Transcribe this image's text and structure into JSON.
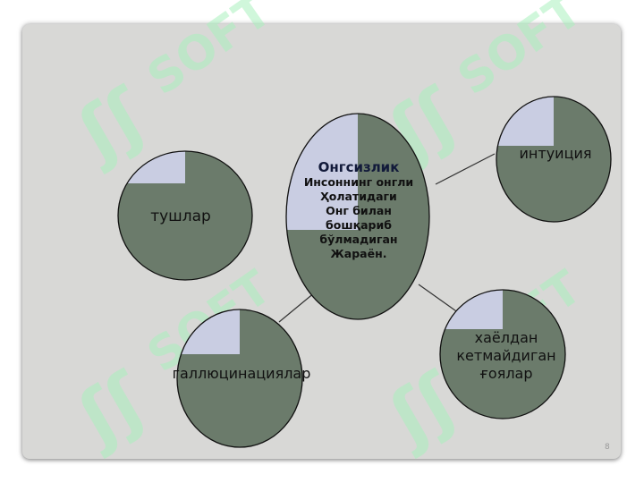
{
  "diagram": {
    "center": {
      "title": "Онгсизлик",
      "body_lines": [
        "Инсоннинг онгли",
        "Ҳолатидаги",
        "Онг билан",
        "бошқариб",
        "бўлмадиган",
        "Жараён."
      ]
    },
    "nodes": [
      {
        "id": "tushlar",
        "lines": [
          "тушлар"
        ]
      },
      {
        "id": "intuitsiya",
        "lines": [
          "интуиция"
        ]
      },
      {
        "id": "hayoldan",
        "lines": [
          "хаёлдан",
          "кетмайдиган",
          "ғоялар"
        ]
      },
      {
        "id": "gallyutsinatsiyalar",
        "lines": [
          "галлюцинациялар"
        ]
      }
    ]
  },
  "slide": {
    "page_number": "8"
  },
  "colors": {
    "node_fill": "#6b7b6b",
    "highlight": "#c9cde2",
    "slide_bg": "#d8d8d6"
  }
}
